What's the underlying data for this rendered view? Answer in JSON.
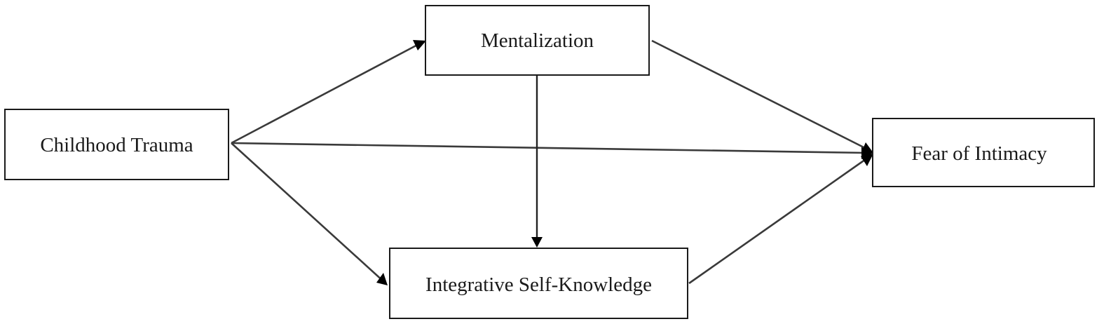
{
  "nodes": {
    "childhood_trauma": "Childhood Trauma",
    "mentalization": "Mentalization",
    "integrative_self_knowledge": "Integrative Self-Knowledge",
    "fear_of_intimacy": "Fear of Intimacy"
  },
  "edges": [
    {
      "from": "Childhood Trauma",
      "to": "Mentalization"
    },
    {
      "from": "Childhood Trauma",
      "to": "Fear of Intimacy"
    },
    {
      "from": "Childhood Trauma",
      "to": "Integrative Self-Knowledge"
    },
    {
      "from": "Mentalization",
      "to": "Fear of Intimacy"
    },
    {
      "from": "Mentalization",
      "to": "Integrative Self-Knowledge"
    },
    {
      "from": "Integrative Self-Knowledge",
      "to": "Fear of Intimacy"
    }
  ]
}
